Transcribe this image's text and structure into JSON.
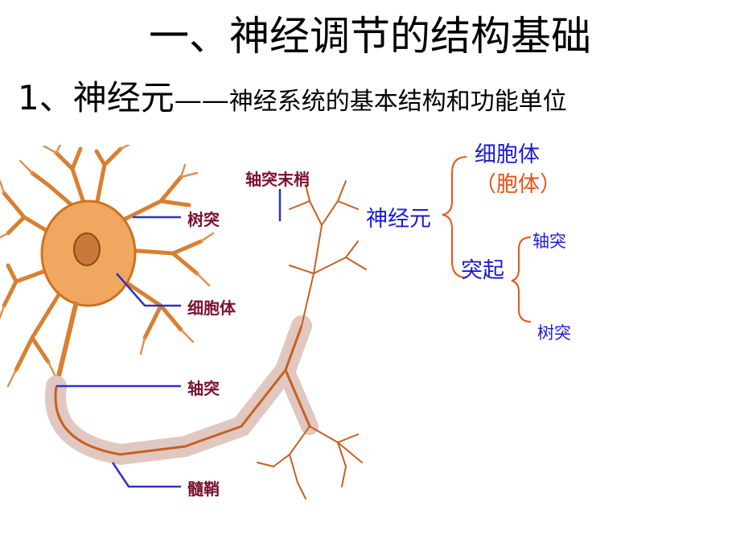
{
  "slide": {
    "title": "一、神经调节的结构基础",
    "subtitle_number": "1、神经元",
    "subtitle_dash": "——",
    "subtitle_desc": "神经系统的基本结构和功能单位"
  },
  "figure": {
    "labels": {
      "dendrite": "树突",
      "cell_body": "细胞体",
      "axon": "轴突",
      "myelin": "髓鞘",
      "axon_terminal": "轴突末梢"
    }
  },
  "tree": {
    "root": "神经元",
    "cell_body": "细胞体",
    "soma": "（胞体）",
    "process": "突起",
    "axon": "轴突",
    "dendrite": "树突"
  },
  "colors": {
    "neuron_fill": "#f0a860",
    "neuron_stroke": "#d07020",
    "label_line": "#3030c8",
    "tree_text": "#1a1ad6",
    "tree_accent": "#e8521a"
  }
}
